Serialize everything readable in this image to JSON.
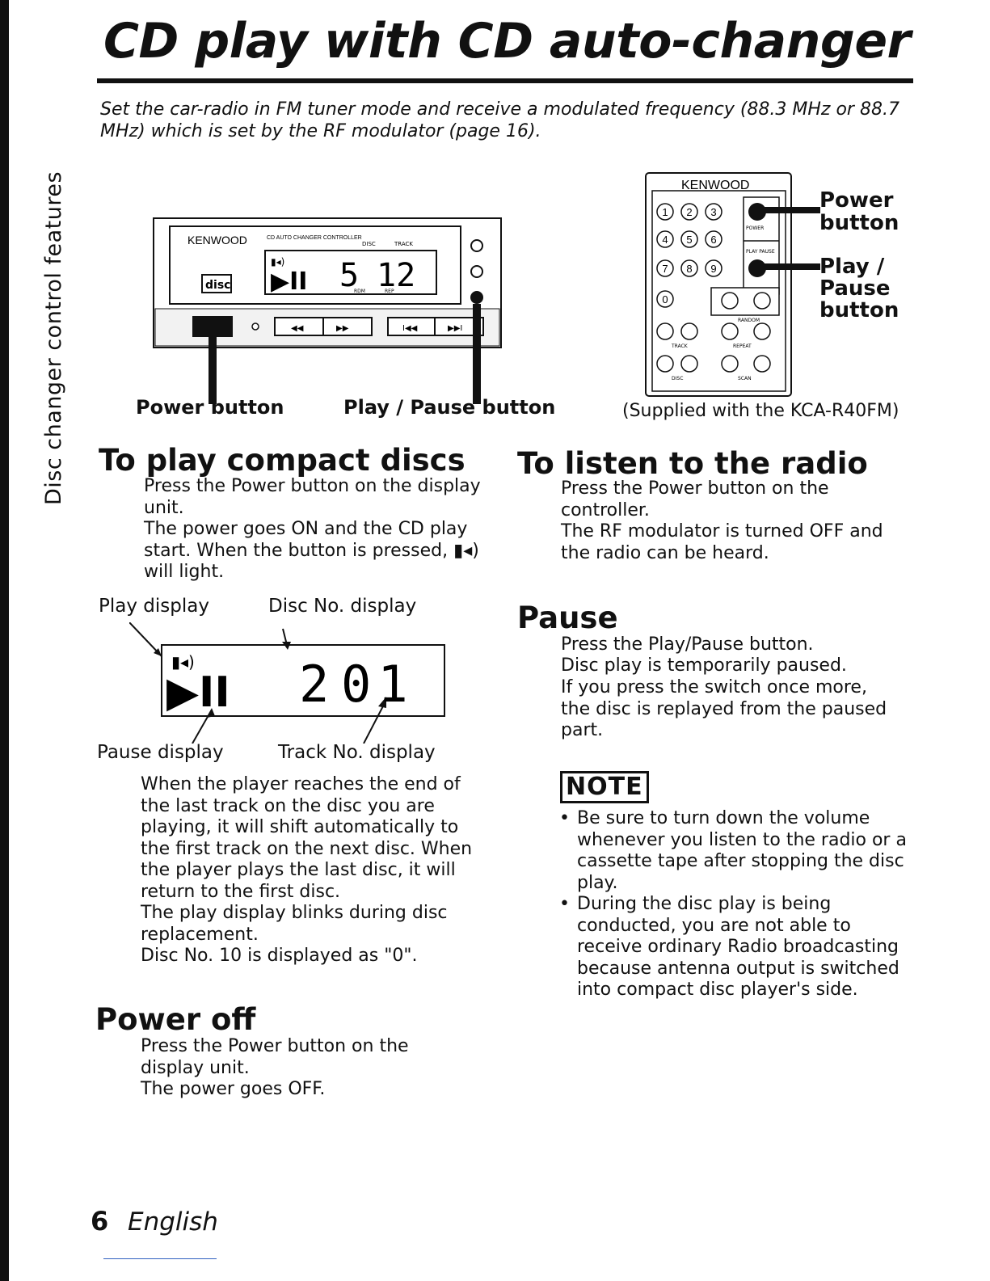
{
  "side_tab": "Disc changer control features",
  "title": "CD play with CD auto-changer",
  "intro": "Set the car-radio in FM tuner mode and receive a modulated frequency (88.3 MHz or 88.7 MHz) which is set by the RF modulator (page 16).",
  "controller": {
    "brand": "KENWOOD",
    "model_label": "CD AUTO CHANGER CONTROLLER",
    "disc_label": "DISC",
    "track_label": "TRACK",
    "disc_value": "5",
    "track_value": "12",
    "rdm_label": "RDM",
    "rep_label": "REP",
    "logo": "disc",
    "callout_power": "Power button",
    "callout_play_pause": "Play / Pause button"
  },
  "remote": {
    "brand": "KENWOOD",
    "keys": [
      "1",
      "2",
      "3",
      "4",
      "5",
      "6",
      "7",
      "8",
      "9",
      "0"
    ],
    "power_key_label": "POWER",
    "play_key_label": "PLAY PAUSE",
    "random_label": "RANDOM",
    "track_label": "TRACK",
    "repeat_label": "REPEAT",
    "disc_label": "DISC",
    "scan_label": "SCAN",
    "callout_power_1": "Power",
    "callout_power_2": "button",
    "callout_play_1": "Play /",
    "callout_play_2": "Pause",
    "callout_play_3": "button",
    "caption": "(Supplied with the KCA-R40FM)"
  },
  "play": {
    "heading": "To play compact discs",
    "p1": "Press the Power button on the display unit.",
    "p2": "The power goes ON and the CD play start. When the button is pressed, ▮◂) will light.",
    "labels": {
      "play_display": "Play display",
      "disc_no_display": "Disc No. display",
      "pause_display": "Pause display",
      "track_no_display": "Track No. display"
    },
    "lcd": {
      "disc": "2",
      "track": "01",
      "play_symbol": "▶II"
    },
    "p3": "When the player reaches the end of the last track on the disc you are playing, it will shift automatically to the first track on the next disc. When the player plays the last disc, it will return to the first disc.",
    "p4": "The play display blinks during disc replacement.",
    "p5": "Disc No. 10 is displayed as \"0\"."
  },
  "power_off": {
    "heading": "Power off",
    "p1": "Press the Power button on the display unit.",
    "p2": "The power goes OFF."
  },
  "radio": {
    "heading": "To listen to the radio",
    "p1": "Press the Power button on the controller.",
    "p2": "The RF modulator is turned OFF and the radio can be heard."
  },
  "pause": {
    "heading": "Pause",
    "p1": "Press the Play/Pause button.",
    "p2": "Disc play is temporarily paused.",
    "p3": "If you press the switch once more, the disc is replayed from the paused part."
  },
  "note": {
    "label": "NOTE",
    "items": [
      "Be sure to turn down the volume whenever you listen to the radio or a cassette tape after stopping the disc play.",
      "During the disc play is being conducted, you are not able to receive ordinary Radio broadcasting because antenna output is switched into compact disc player's side."
    ]
  },
  "footer": {
    "page": "6",
    "language": "English"
  }
}
